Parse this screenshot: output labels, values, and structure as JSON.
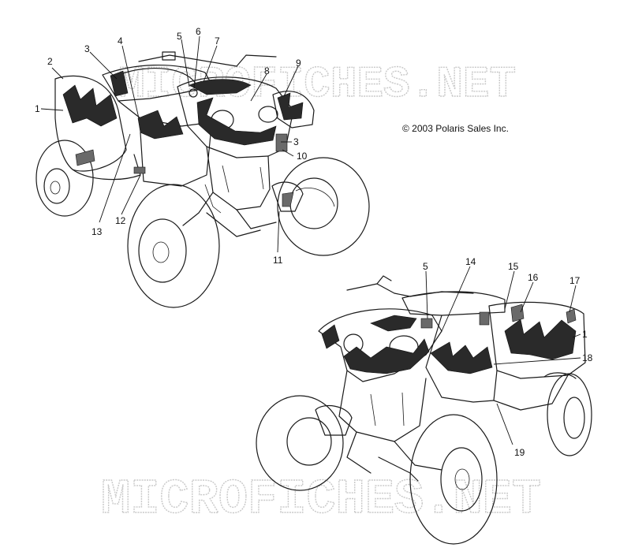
{
  "copyright": "© 2003 Polaris Sales Inc.",
  "watermark_top": "MICROFICHES.NET",
  "watermark_bottom": "MICROFICHES.NET",
  "callouts_upper": [
    "1",
    "2",
    "3",
    "4",
    "5",
    "6",
    "7",
    "8",
    "9",
    "3",
    "10",
    "11",
    "12",
    "13"
  ],
  "callouts_lower": [
    "5",
    "14",
    "15",
    "16",
    "17",
    "1",
    "18",
    "19"
  ]
}
